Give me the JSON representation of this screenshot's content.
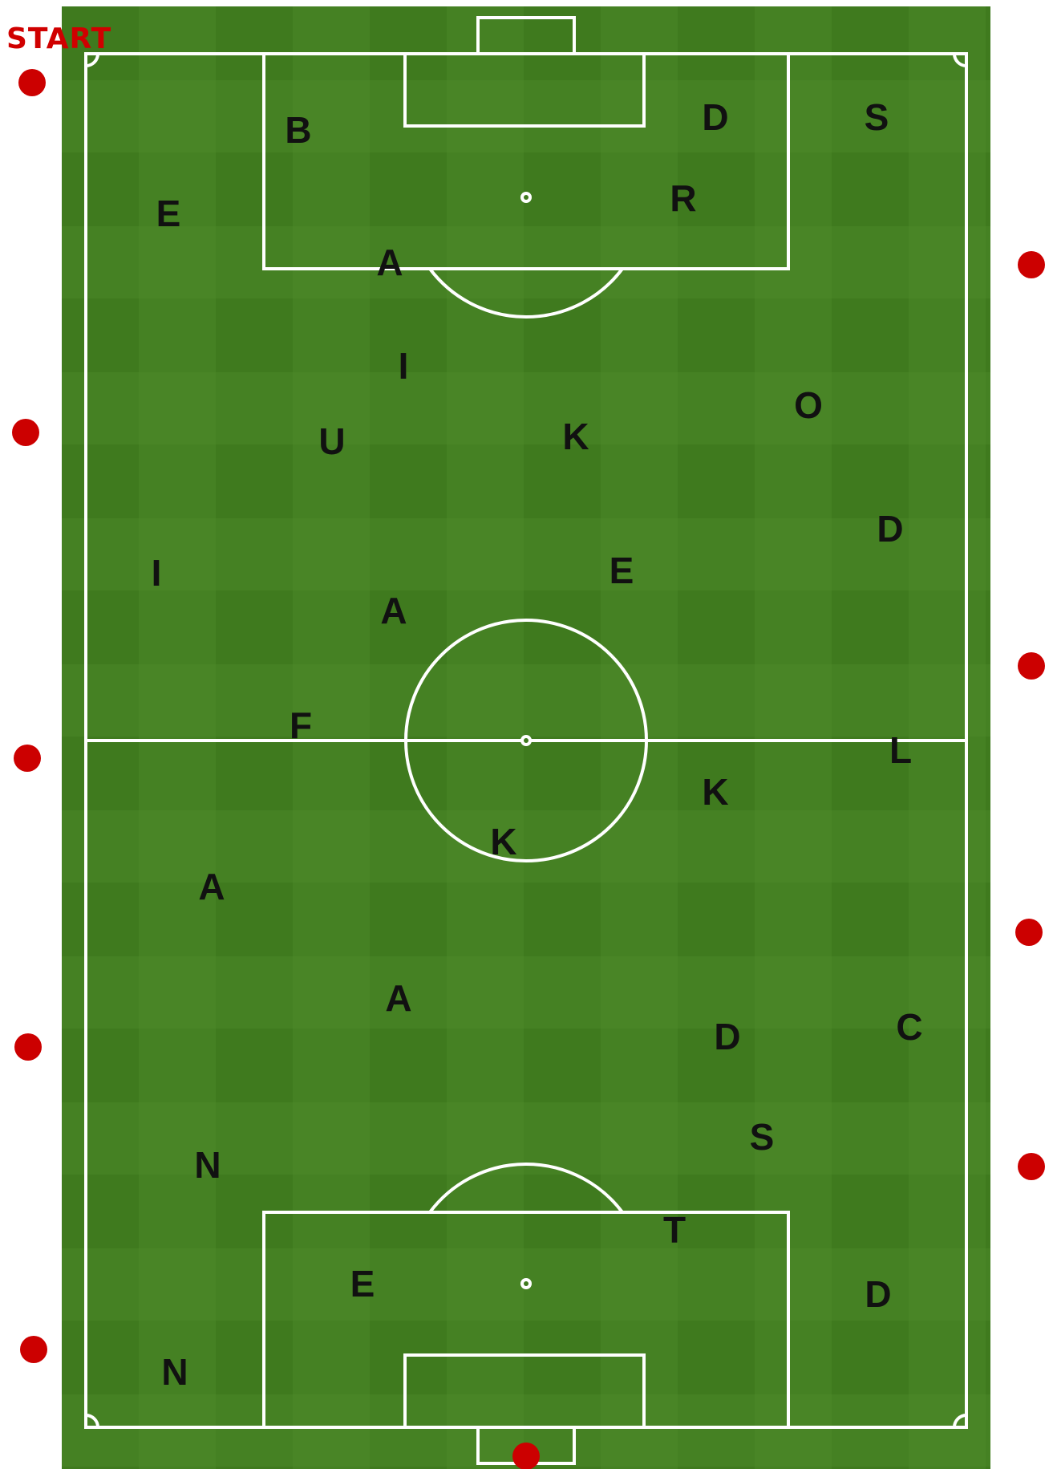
{
  "start_label": "START",
  "colors": {
    "grass_dark": "#3f7a1e",
    "grass_light": "#4d8a2a",
    "lines": "#ffffff",
    "dot": "#cc0000",
    "start_text": "#d00000",
    "letters": "#111111"
  },
  "letters": [
    {
      "id": "b1",
      "text": "B"
    },
    {
      "id": "d1",
      "text": "D"
    },
    {
      "id": "s1",
      "text": "S"
    },
    {
      "id": "e1",
      "text": "E"
    },
    {
      "id": "r1",
      "text": "R"
    },
    {
      "id": "a1",
      "text": "A"
    },
    {
      "id": "i1",
      "text": "I"
    },
    {
      "id": "o1",
      "text": "O"
    },
    {
      "id": "u1",
      "text": "U"
    },
    {
      "id": "k1",
      "text": "K"
    },
    {
      "id": "d2",
      "text": "D"
    },
    {
      "id": "i2",
      "text": "I"
    },
    {
      "id": "e2",
      "text": "E"
    },
    {
      "id": "a2",
      "text": "A"
    },
    {
      "id": "f1",
      "text": "F"
    },
    {
      "id": "l1",
      "text": "L"
    },
    {
      "id": "k2",
      "text": "K"
    },
    {
      "id": "k3",
      "text": "K"
    },
    {
      "id": "a3",
      "text": "A"
    },
    {
      "id": "a4",
      "text": "A"
    },
    {
      "id": "c1",
      "text": "C"
    },
    {
      "id": "d3",
      "text": "D"
    },
    {
      "id": "s2",
      "text": "S"
    },
    {
      "id": "n1",
      "text": "N"
    },
    {
      "id": "t1",
      "text": "T"
    },
    {
      "id": "e3",
      "text": "E"
    },
    {
      "id": "d4",
      "text": "D"
    },
    {
      "id": "n2",
      "text": "N"
    }
  ]
}
